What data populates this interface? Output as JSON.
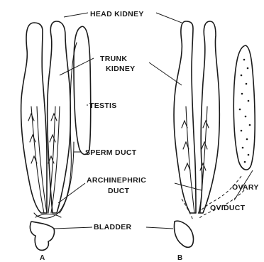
{
  "labels": {
    "head_kidney": "HEAD KIDNEY",
    "trunk_kidney_line1": "TRUNK",
    "trunk_kidney_line2": "KIDNEY",
    "testis": "TESTIS",
    "sperm_duct": "SPERM DUCT",
    "archinephric_line1": "ARCHINEPHRIC",
    "archinephric_line2": "DUCT",
    "bladder": "BLADDER",
    "ovary": "OVARY",
    "oviduct": "OVIDUCT"
  },
  "panels": {
    "a": "A",
    "b": "B"
  },
  "colors": {
    "ink": "#1a1a1a",
    "paper": "#ffffff"
  }
}
